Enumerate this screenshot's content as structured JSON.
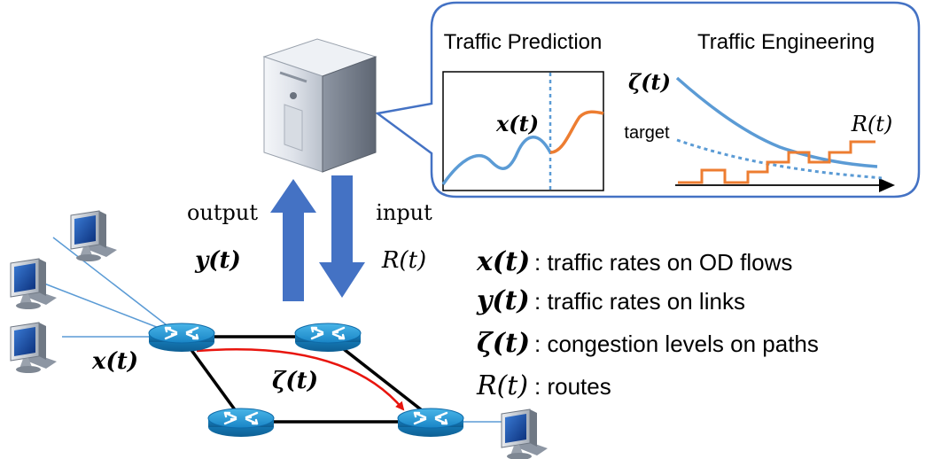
{
  "callout": {
    "left_title": "Traffic Prediction",
    "right_title": "Traffic Engineering",
    "prediction_var": "x(t)",
    "congestion_var": "ζ(t)",
    "target_label": "target",
    "routes_var": "R(t)"
  },
  "server": {
    "output_label": "output",
    "output_var": "y(t)",
    "input_label": "input",
    "input_var": "R(t)"
  },
  "network": {
    "host_flow_var": "x(t)",
    "path_var": "ζ(t)"
  },
  "legend": [
    {
      "symbol": "x(t)",
      "text": ": traffic rates on OD flows"
    },
    {
      "symbol": "y(t)",
      "text": ": traffic rates on links"
    },
    {
      "symbol": "ζ(t)",
      "text": ": congestion levels on paths"
    },
    {
      "symbol": "R(t)",
      "text": ": routes"
    }
  ],
  "colors": {
    "blue_curve": "#5b9bd5",
    "orange_curve": "#ed7d31",
    "arrow_blue": "#4472c4",
    "path_red": "#e8150e",
    "router": "#1e9ad6"
  },
  "icons": [
    "server-icon",
    "router-icon",
    "computer-icon"
  ]
}
